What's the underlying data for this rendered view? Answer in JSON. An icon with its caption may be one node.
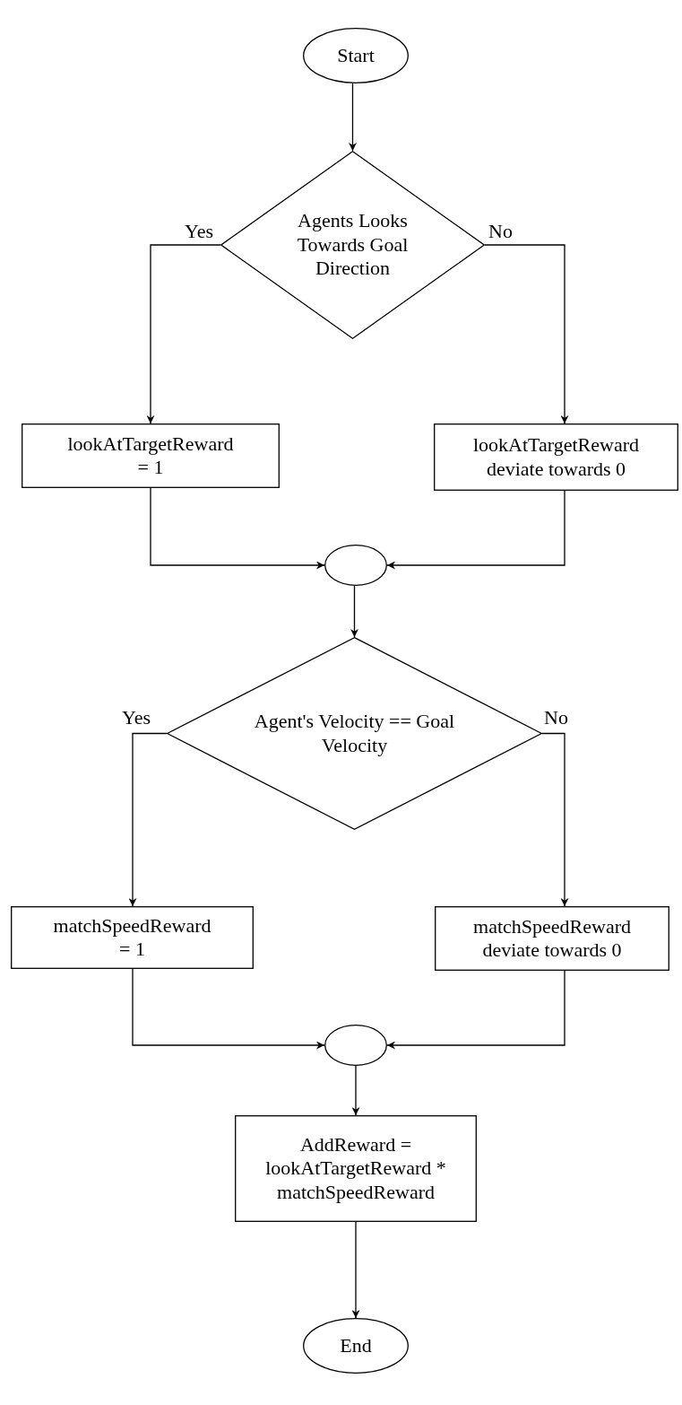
{
  "diagram": {
    "nodes": [
      {
        "text": [
          "Start"
        ]
      },
      {
        "text": [
          "Agents Looks Towards Goal Direction"
        ]
      },
      {
        "text": [
          "lookAtTargetReward = 1"
        ]
      },
      {
        "text": [
          "lookAtTargetReward deviate towards 0"
        ]
      },
      {
        "text": [],
        "shape": "circle"
      },
      {
        "text": [
          "Agent's Velocity == Goal Velocity"
        ]
      },
      {
        "text": [
          "matchSpeedReward = 1"
        ]
      },
      {
        "text": [
          "matchSpeedReward deviate towards 0"
        ]
      },
      {
        "text": [],
        "shape": "circle"
      },
      {
        "text": [
          "AddReward = lookAtTargetReward * matchSpeedReward"
        ]
      },
      {
        "text": [
          "End"
        ]
      }
    ],
    "edges": [
      {
        "from": 0,
        "to": 1,
        "arrow": "to"
      },
      {
        "from": 1,
        "to": 2,
        "arrow": "to",
        "label": "Yes"
      },
      {
        "from": 1,
        "to": 3,
        "arrow": "to",
        "label": "No"
      },
      {
        "from": 2,
        "to": 4,
        "arrow": "to"
      },
      {
        "from": 3,
        "to": 4,
        "arrow": "to"
      },
      {
        "from": 4,
        "to": 5,
        "arrow": "to"
      },
      {
        "from": 5,
        "to": 6,
        "arrow": "to",
        "label": "Yes"
      },
      {
        "from": 5,
        "to": 7,
        "arrow": "to",
        "label": "No"
      },
      {
        "from": 6,
        "to": 8,
        "arrow": "to"
      },
      {
        "from": 7,
        "to": 8,
        "arrow": "to"
      },
      {
        "from": 8,
        "to": 9,
        "arrow": "to"
      },
      {
        "from": 9,
        "to": 10,
        "arrow": "to"
      }
    ]
  }
}
